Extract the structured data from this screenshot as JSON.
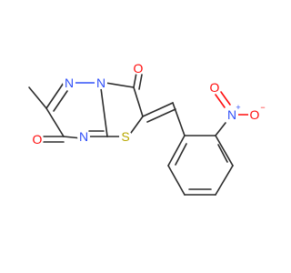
{
  "molecule": {
    "atom_labels": {
      "n_triazine_top": "N",
      "n_bridgehead": "N",
      "n_triazine_bottom": "N",
      "s_thiazole": "S",
      "o_ketone_top": "O",
      "o_ketone_left": "O",
      "n_nitro": "N",
      "o_nitro_double": "O",
      "o_nitro_single": "O"
    },
    "charges": {
      "n_nitro": "+",
      "o_nitro_single": "−"
    },
    "colors": {
      "carbon_bond": "#2b2b2b",
      "nitrogen": "#3050f8",
      "oxygen": "#ff0d0d",
      "sulfur": "#b8a800"
    }
  }
}
